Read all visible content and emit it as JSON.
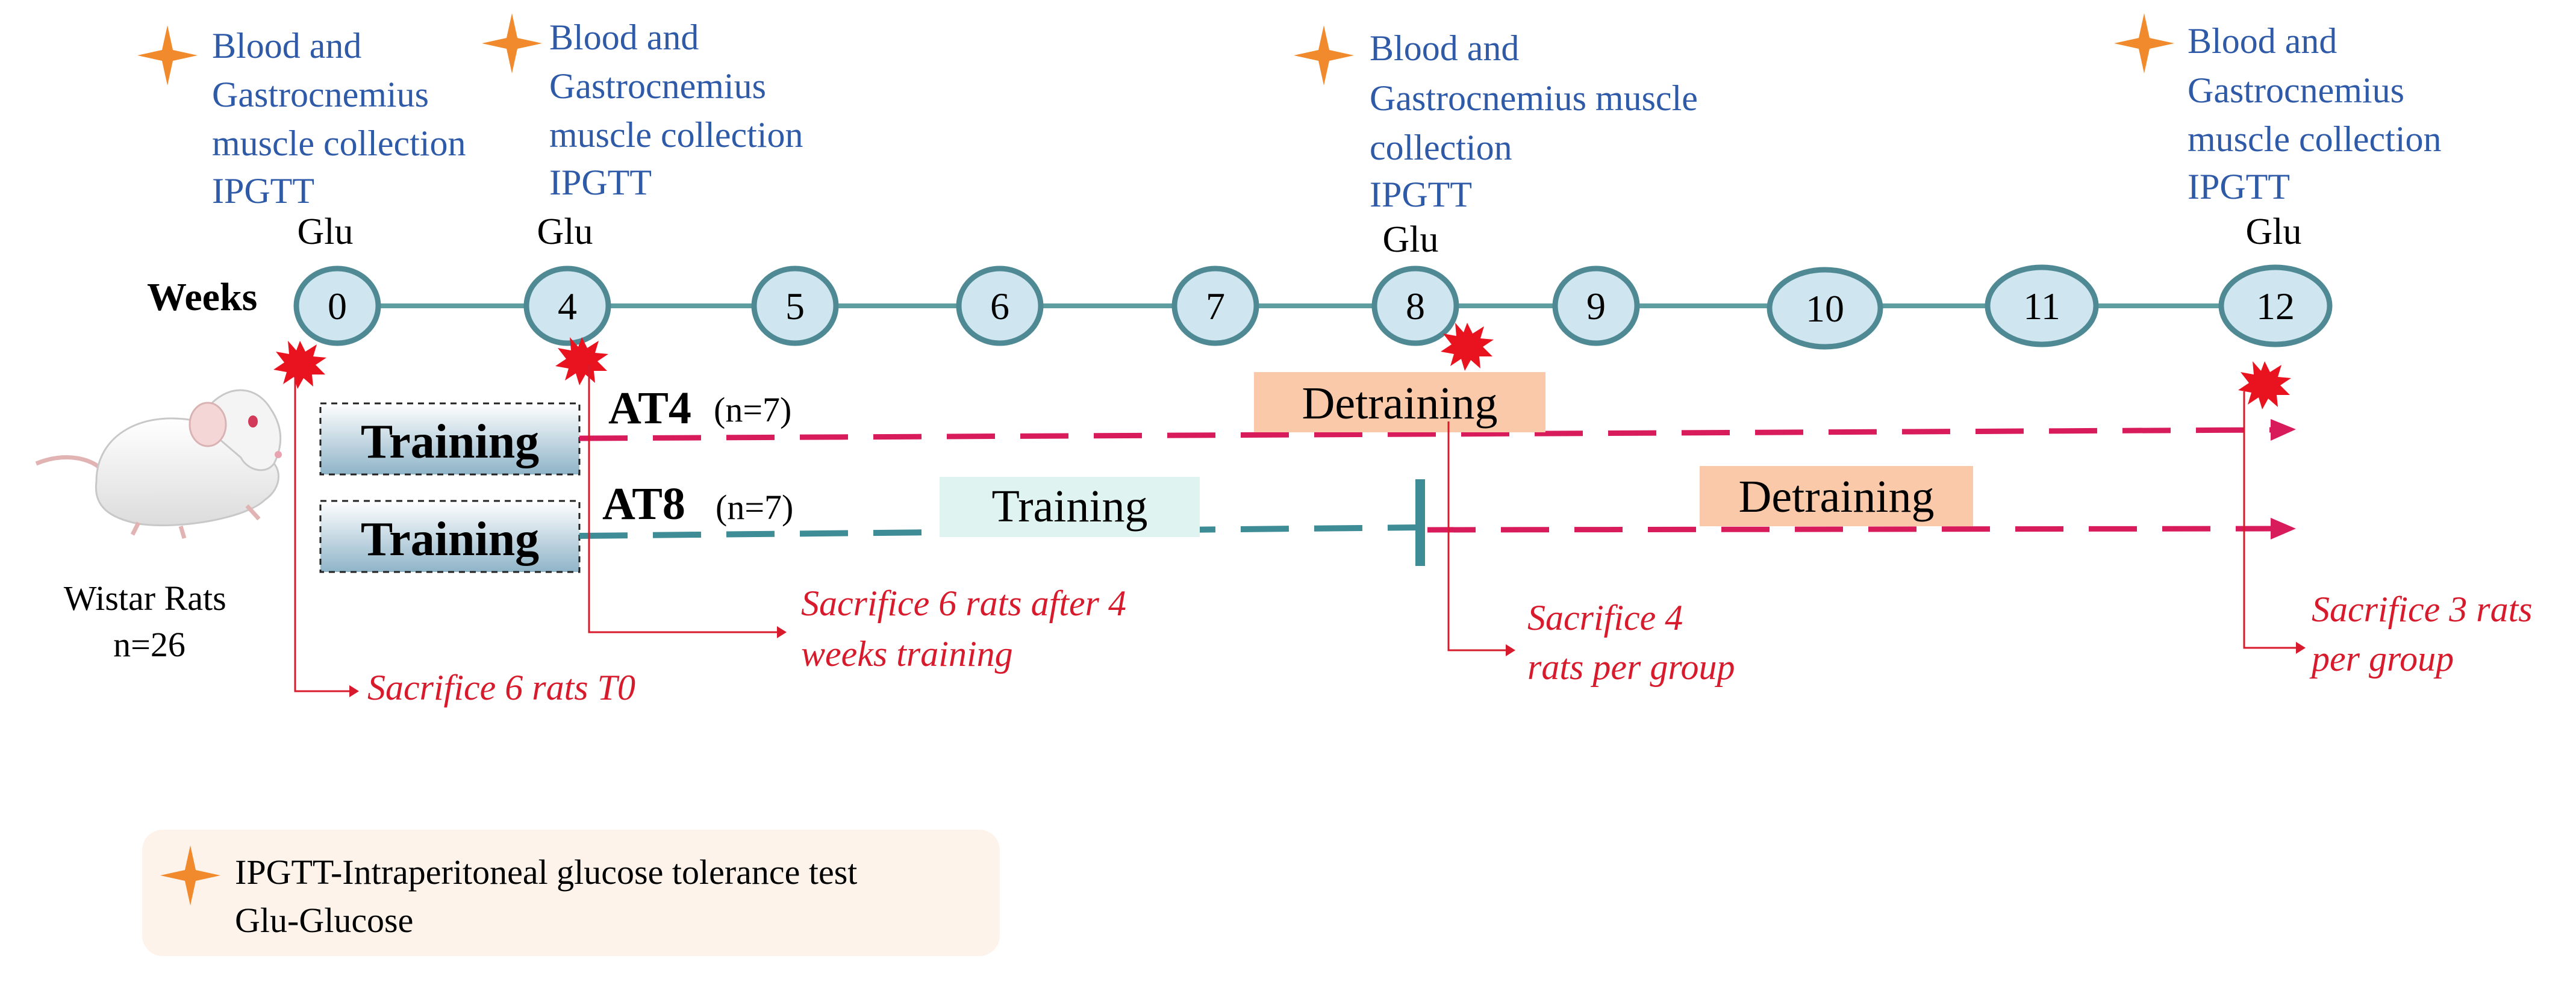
{
  "timeline": {
    "axis_label": "Weeks",
    "weeks": [
      "0",
      "4",
      "5",
      "6",
      "7",
      "8",
      "9",
      "10",
      "11",
      "12"
    ],
    "glu_label": "Glu",
    "glu_weeks": [
      "0",
      "4",
      "8",
      "12"
    ]
  },
  "collections": [
    {
      "week": "0",
      "lines": [
        "Blood and",
        "Gastrocnemius",
        "muscle collection",
        "IPGTT"
      ]
    },
    {
      "week": "4",
      "lines": [
        "Blood and",
        "Gastrocnemius",
        "muscle collection",
        "IPGTT"
      ]
    },
    {
      "week": "8",
      "lines": [
        "Blood and",
        "Gastrocnemius muscle",
        "collection",
        "IPGTT"
      ]
    },
    {
      "week": "12",
      "lines": [
        "Blood and",
        "Gastrocnemius",
        "muscle collection",
        "IPGTT"
      ]
    }
  ],
  "groups": {
    "at4": {
      "training_label": "Training",
      "name": "AT4",
      "n": "(n=7)",
      "detraining_label": "Detraining"
    },
    "at8": {
      "training_label": "Training",
      "name": "AT8",
      "n": "(n=7)",
      "mid_training_label": "Training",
      "detraining_label": "Detraining"
    }
  },
  "rats": {
    "line1": "Wistar Rats",
    "line2": "n=26"
  },
  "sacrifices": [
    {
      "week": "0",
      "lines": [
        "Sacrifice 6 rats T0"
      ]
    },
    {
      "week": "4",
      "lines": [
        "Sacrifice 6 rats after 4",
        "weeks training"
      ]
    },
    {
      "week": "8",
      "lines": [
        "Sacrifice 4",
        "rats per group"
      ]
    },
    {
      "week": "12",
      "lines": [
        "Sacrifice 3 rats",
        "per group"
      ]
    }
  ],
  "legend": {
    "line1": "IPGTT-Intraperitoneal glucose tolerance test",
    "line2": "Glu-Glucose"
  },
  "colors": {
    "timeline": "#5f9ea0",
    "node_fill": "#cfe6f0",
    "collection_text": "#2e5aa8",
    "star": "#f08a2c",
    "sacrifice": "#d81b2c",
    "at4_arrow": "#d81b5a",
    "at8_dash": "#3d8c96",
    "detraining_bg": "#f9c9aa",
    "training_mid_bg": "#dff3f0",
    "legend_bg": "#fdf3ea"
  }
}
